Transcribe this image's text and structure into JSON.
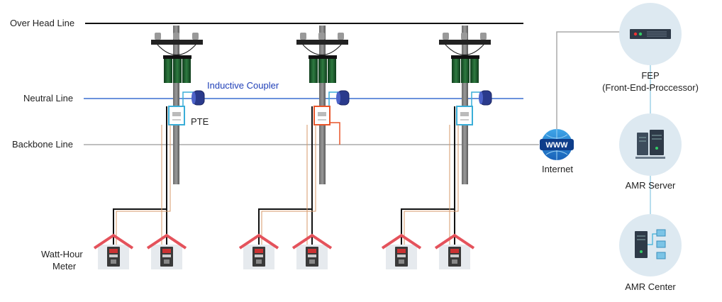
{
  "labels": {
    "overhead_line": "Over Head Line",
    "neutral_line": "Neutral Line",
    "backbone_line": "Backbone Line",
    "inductive_coupler": "Inductive Coupler",
    "pte": "PTE",
    "watt_hour_meter_line1": "Watt-Hour",
    "watt_hour_meter_line2": "Meter",
    "internet": "Internet",
    "internet_badge": "WWW",
    "fep_line1": "FEP",
    "fep_line2": "(Front-End-Proccessor)",
    "amr_server": "AMR Server",
    "amr_center": "AMR Center"
  },
  "colors": {
    "overhead_line": "#111111",
    "neutral_line": "#3b6fd1",
    "backbone_line": "#aaaaaa",
    "coupler": "#2a3a8c",
    "pte_border": "#3aaed8",
    "pte_highlight": "#e8552a",
    "drop_wire": "#d79a6a",
    "roof": "#e4525b",
    "circle_bg": "#dde9f1",
    "transformer": "#1c5a2c"
  },
  "icons": [
    "server-rack-icon",
    "server-tower-icon",
    "network-center-icon",
    "globe-icon",
    "house-icon",
    "meter-icon",
    "coupler-icon",
    "pole-icon"
  ]
}
